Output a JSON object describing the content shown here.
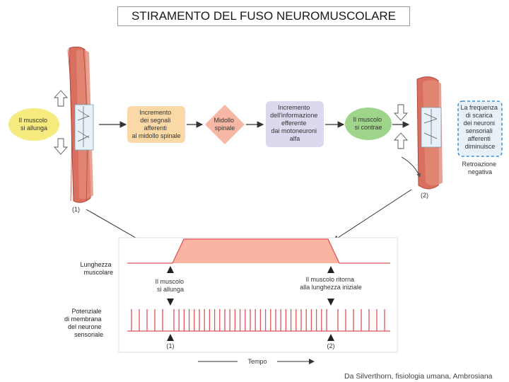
{
  "title": "STIRAMENTO DEL FUSO NEUROMUSCOLARE",
  "flow": {
    "muscle_stretch": [
      "Il muscolo",
      "si allunga"
    ],
    "afferent": [
      "Incremento",
      "dei segnali",
      "afferenti",
      "al midollo spinale"
    ],
    "spinal_cord": [
      "Midollo",
      "spinale"
    ],
    "efferent": [
      "Incremento",
      "dell'informazione",
      "efferente",
      "dai motoneuroni",
      "alfa"
    ],
    "contraction": [
      "Il muscolo",
      "si contrae"
    ],
    "frequency": [
      "La frequenza",
      "di scarica",
      "dei neuroni",
      "sensoriali",
      "afferenti",
      "diminuisce"
    ],
    "feedback": [
      "Retroazione",
      "negativa"
    ],
    "label_1": "(1)",
    "label_2": "(2)"
  },
  "graph": {
    "length_label": [
      "Lunghezza",
      "muscolare"
    ],
    "potential_label": [
      "Potenziale",
      "di membrana",
      "del neurone",
      "sensoriale"
    ],
    "stretch_marker": [
      "Il muscolo",
      "si allunga"
    ],
    "return_marker": [
      "Il muscolo ritorna",
      "alla lunghezza iniziale"
    ],
    "marker_1": "(1)",
    "marker_2": "(2)",
    "time_label": "Tempo"
  },
  "colors": {
    "muscle": "#d9705f",
    "muscle_dark": "#b4473a",
    "yellow_box": "#f6eb7e",
    "orange_box": "#fbd9a6",
    "pink_box": "#f6b8a5",
    "lavender_box": "#dcd9ee",
    "green_box": "#9fd58a",
    "blue_box": "#e9f1f8",
    "blue_border": "#3f8fd0",
    "length_fill": "#fbb4a2",
    "spike": "#e0535a"
  },
  "credit": "Da Silverthorn, fisiologia umana, Ambrosiana"
}
